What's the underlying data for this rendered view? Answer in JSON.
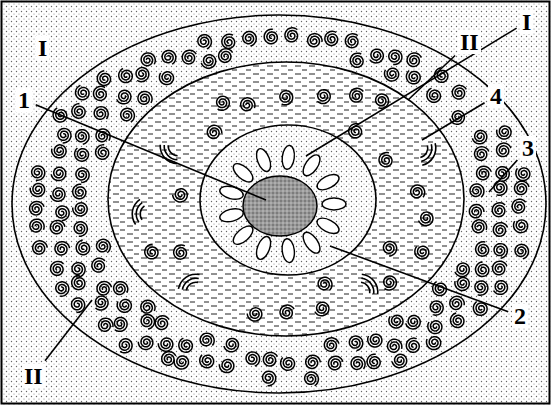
{
  "diagram": {
    "labels": [
      "I",
      "II",
      "I",
      "1",
      "4",
      "3",
      "2",
      "II"
    ]
  }
}
